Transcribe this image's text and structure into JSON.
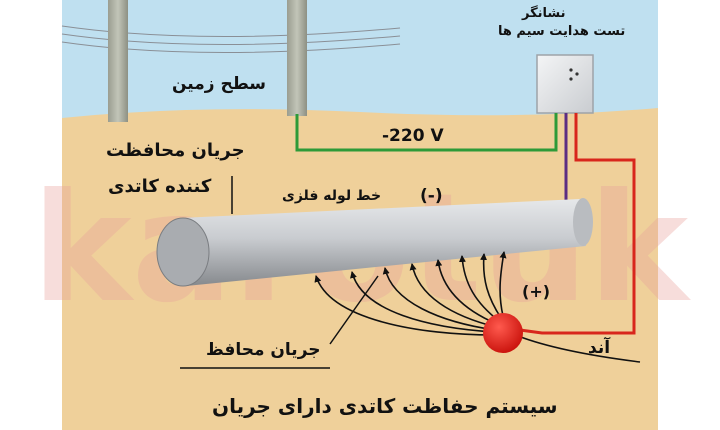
{
  "labels": {
    "indicator_line1": "نشانگر",
    "indicator_line2": "تست هدایت سیم ها",
    "ground_surface": "سطح زمین",
    "voltage": "-220 V",
    "cathodic_current_line1": "جریان محافظت",
    "cathodic_current_line2": "کننده کاتدی",
    "pipe_line": "خط لوله فلزی",
    "minus_sign": "(-)",
    "plus_sign": "(+)",
    "protective_current": "جریان محافظ",
    "anode": "آند",
    "title": "سیستم حفاظت کاتدی دارای جریان"
  },
  "watermark": "karotuk",
  "colors": {
    "sky": "#bfe0f0",
    "soil": "#efd09a",
    "pipe_light": "#d8dadc",
    "pipe_dark": "#8b8e92",
    "green_wire": "#2e9a38",
    "purple_wire": "#5b2d83",
    "red_wire": "#d8261c",
    "anode": "#e41b14",
    "watermark": "#e9a09a",
    "indicator_box": "#e3e5e8"
  }
}
